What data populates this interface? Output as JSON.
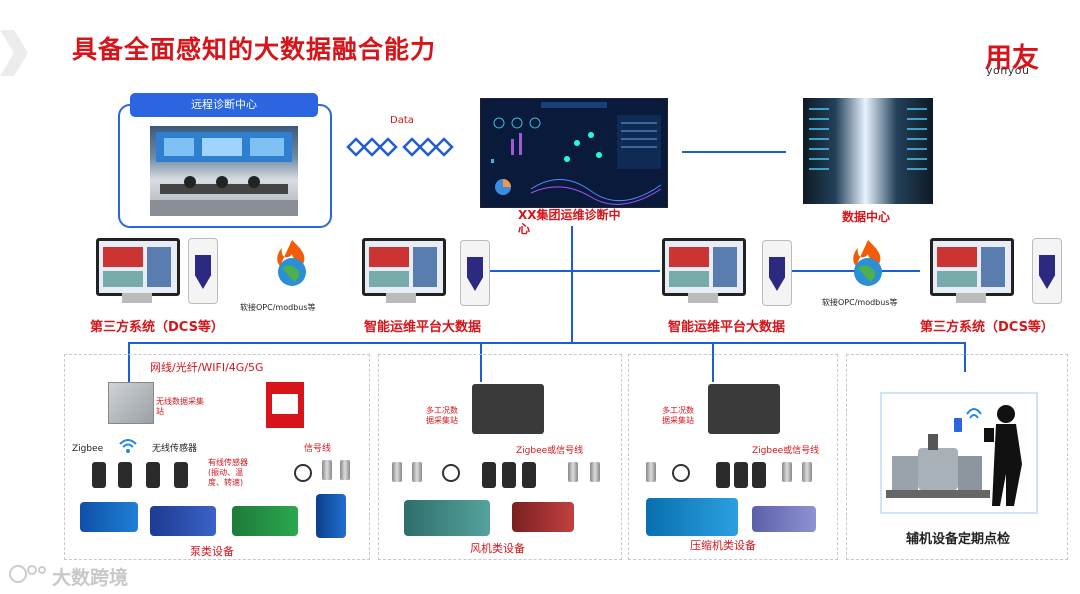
{
  "header": {
    "title": "具备全面感知的大数据融合能力",
    "logo_main": "用友",
    "logo_sub": "yonyou"
  },
  "remote": {
    "pill_label": "远程诊断中心",
    "data_label": "Data"
  },
  "center": {
    "ops_center_label_line1": "XX集团运维诊断中",
    "ops_center_label_line2": "心",
    "data_center_label": "数据中心"
  },
  "row2": {
    "left_third_party": "第三方系统（DCS等）",
    "left_interface": "软接OPC/modbus等",
    "left_platform": "智能运维平台大数据",
    "right_platform": "智能运维平台大数据",
    "right_interface": "软接OPC/modbus等",
    "right_third_party": "第三方系统（DCS等）"
  },
  "panel_pump": {
    "network_label": "网线/光纤/WIFI/4G/5G",
    "wireless_station_label_line1": "无线数据采集",
    "wireless_station_label_line2": "站",
    "zigbee_label": "Zigbee",
    "wireless_sensor_label": "无线传感器",
    "wired_sensor_label_line1": "有线传感器",
    "wired_sensor_label_line2": "(振动、温",
    "wired_sensor_label_line3": "度、转速)",
    "signal_line_label": "信号线",
    "equipment_label": "泵类设备"
  },
  "panel_fan": {
    "station_label_line1": "多工况数",
    "station_label_line2": "据采集站",
    "link_label": "Zigbee或信号线",
    "equipment_label": "风机类设备"
  },
  "panel_compressor": {
    "station_label_line1": "多工况数",
    "station_label_line2": "据采集站",
    "link_label": "Zigbee或信号线",
    "equipment_label": "压缩机类设备"
  },
  "panel_aux": {
    "equipment_label": "辅机设备定期点检"
  },
  "watermark": {
    "text": "大数跨境"
  },
  "colors": {
    "brand_red": "#d7141a",
    "link_blue": "#1e5dd6"
  }
}
